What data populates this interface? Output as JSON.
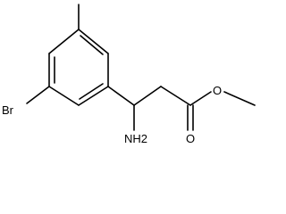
{
  "molecule": {
    "atom_labels": {
      "bromine": "Br",
      "amine": "NH2",
      "carbonyl_oxygen": "O",
      "ester_oxygen": "O"
    }
  }
}
